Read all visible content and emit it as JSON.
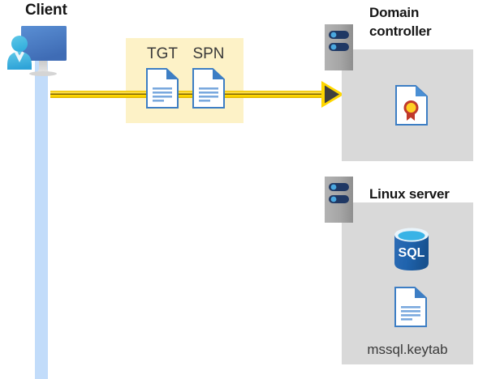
{
  "diagram": {
    "title_alt": "Kerberos authentication flow between client, domain controller and Linux server",
    "background_color": "#ffffff"
  },
  "client": {
    "label": "Client",
    "icon": "user-workstation-icon",
    "lifeline_color": "#c2dcfa"
  },
  "message": {
    "panel_color": "#fdf2c7",
    "arrow_color": "#ffd700",
    "arrow_head_color": "#3f3f3f",
    "tokens": [
      {
        "label": "TGT",
        "icon": "document-icon"
      },
      {
        "label": "SPN",
        "icon": "document-icon"
      }
    ]
  },
  "domain_controller": {
    "label": "Domain\ncontroller",
    "server_icon": "server-rack-icon",
    "panel_color": "#d9d9d9",
    "items": [
      {
        "icon": "certificate-document-icon",
        "label": ""
      }
    ]
  },
  "linux_server": {
    "label": "Linux server",
    "server_icon": "server-rack-icon",
    "panel_color": "#d9d9d9",
    "items": [
      {
        "icon": "sql-database-icon",
        "label": "SQL"
      },
      {
        "icon": "document-icon",
        "label": "mssql.keytab"
      }
    ]
  }
}
